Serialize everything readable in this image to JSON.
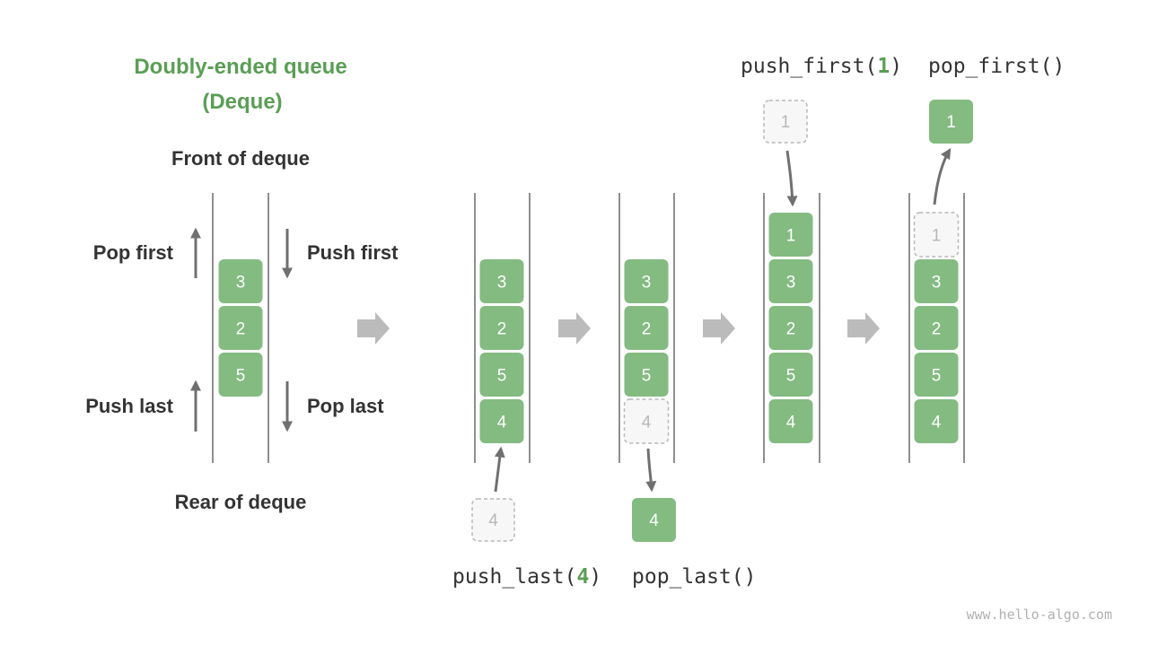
{
  "title": {
    "line1": "Doubly-ended queue",
    "line2": "(Deque)"
  },
  "labels": {
    "front": "Front of deque",
    "rear": "Rear of deque",
    "pop_first": "Pop first",
    "push_first": "Push first",
    "push_last": "Push last",
    "pop_last": "Pop last"
  },
  "operations": {
    "push_last": {
      "pre": "push_last(",
      "arg": "4",
      "post": ")"
    },
    "pop_last": {
      "text": "pop_last()"
    },
    "push_first": {
      "pre": "push_first(",
      "arg": "1",
      "post": ")"
    },
    "pop_first": {
      "text": "pop_first()"
    }
  },
  "deques": [
    {
      "items": [
        "3",
        "2",
        "5"
      ]
    },
    {
      "items": [
        "3",
        "2",
        "5",
        "4"
      ]
    },
    {
      "items": [
        "3",
        "2",
        "5"
      ],
      "ghost_rear": "4"
    },
    {
      "items": [
        "1",
        "3",
        "2",
        "5",
        "4"
      ]
    },
    {
      "items": [
        "3",
        "2",
        "5",
        "4"
      ],
      "ghost_front": "1"
    }
  ],
  "floating": {
    "push_last_ghost": "4",
    "pop_last_item": "4",
    "push_first_ghost": "1",
    "pop_first_item": "1"
  },
  "watermark": "www.hello-algo.com",
  "colors": {
    "accent": "#5a9e55",
    "box": "#83bb81",
    "text": "#333333",
    "arrow": "#707070",
    "ghost_border": "#b8b8b8",
    "ghost_text": "#b8b8b8",
    "chevron": "#bbbbbb"
  }
}
